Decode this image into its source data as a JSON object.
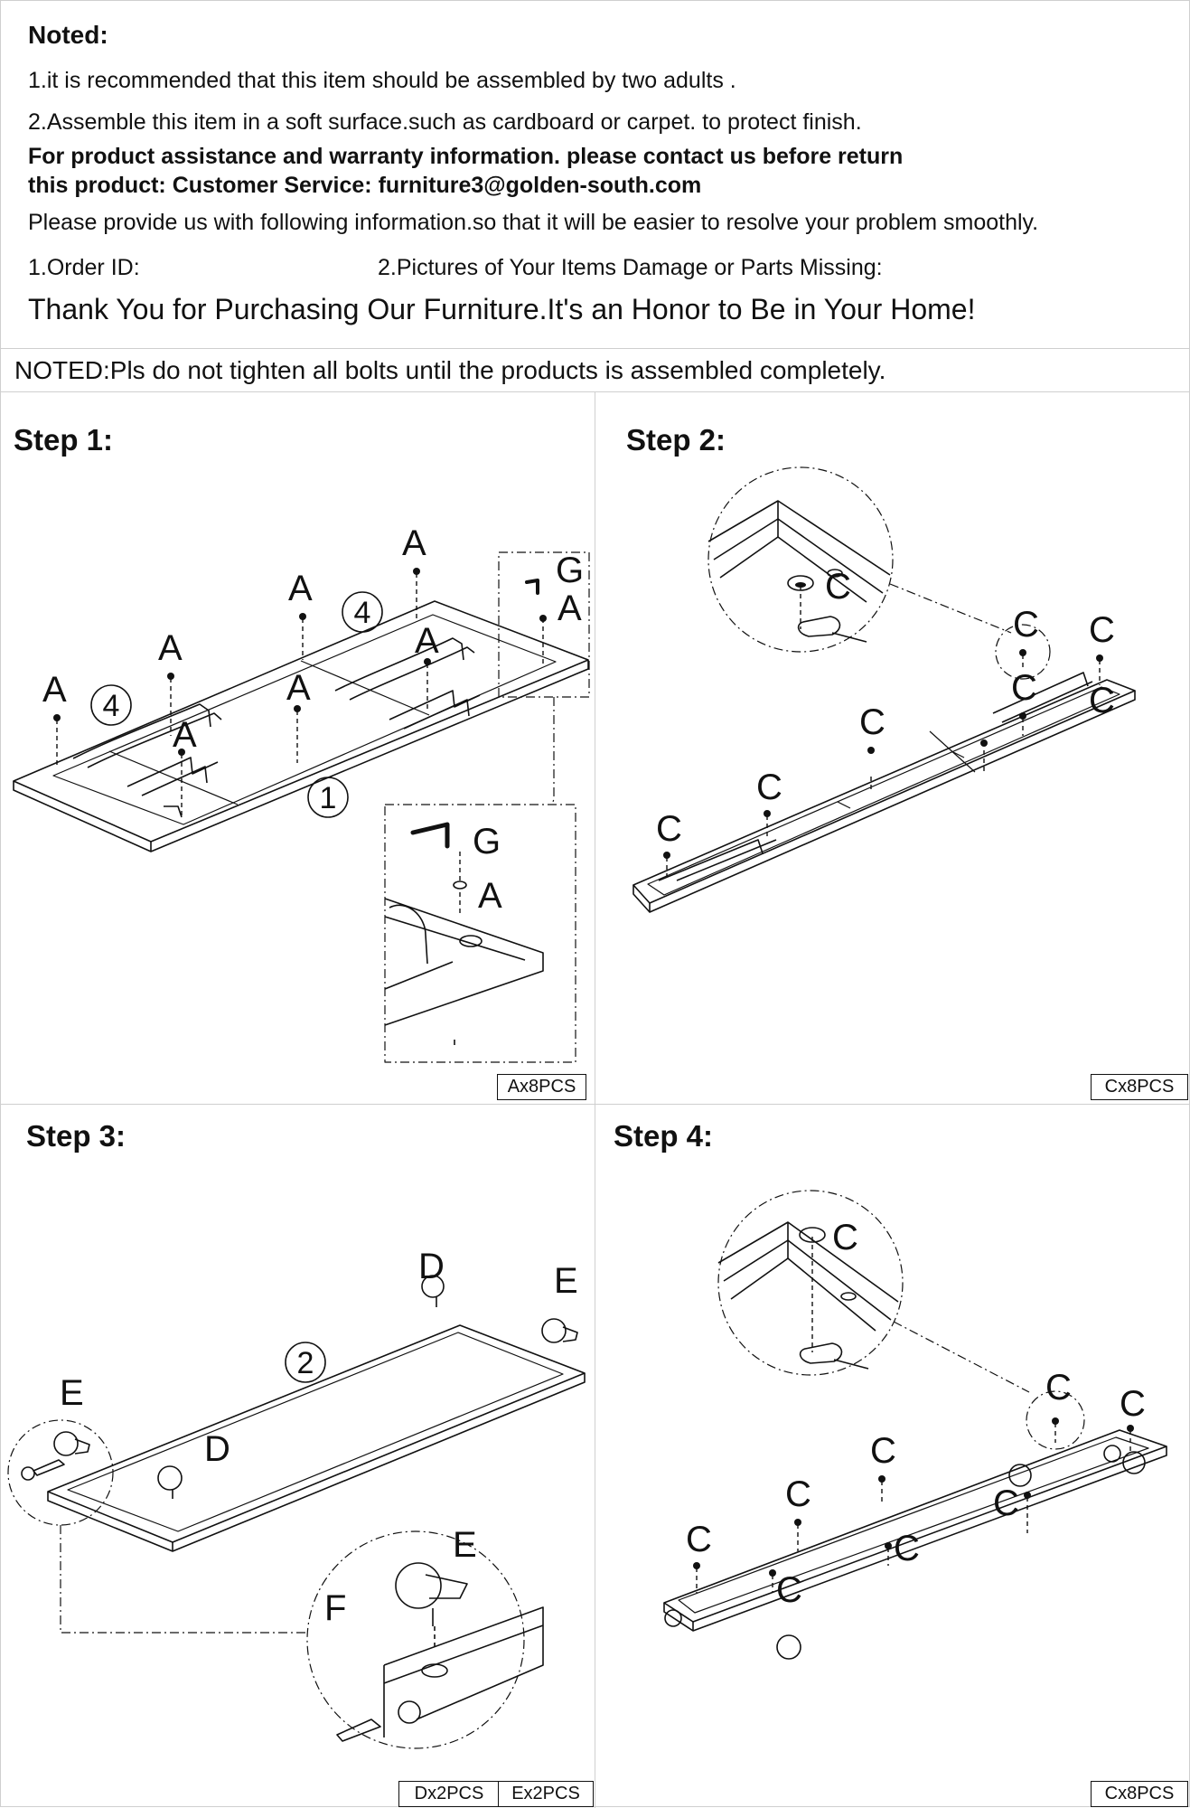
{
  "notes": {
    "title": "Noted:",
    "line1": "1.it is recommended that this item should be assembled by two adults .",
    "line2": "2.Assemble this item in a soft surface.such as cardboard or carpet. to protect finish.",
    "line3": "For product assistance and warranty information. please contact us before return",
    "line4": "this product: Customer Service: furniture3@golden-south.com",
    "line5": "Please provide us with following information.so that it will be easier to resolve your problem smoothly.",
    "order_id": "1.Order ID:",
    "pictures": "2.Pictures of Your Items Damage or Parts Missing:",
    "thanks": "Thank You for Purchasing Our Furniture.It's an Honor to Be in Your Home!"
  },
  "warning": "NOTED:Pls do not tighten all bolts until the products is assembled completely.",
  "steps": [
    {
      "title": "Step 1:",
      "parts": [
        "Ax8PCS"
      ],
      "labels": {
        "a": "A",
        "g": "G",
        "frame": "1",
        "drawer": "4"
      }
    },
    {
      "title": "Step 2:",
      "parts": [
        "Cx8PCS"
      ],
      "labels": {
        "c": "C"
      }
    },
    {
      "title": "Step 3:",
      "parts": [
        "Dx2PCS",
        "Ex2PCS"
      ],
      "labels": {
        "d": "D",
        "e": "E",
        "f": "F",
        "frame": "2"
      }
    },
    {
      "title": "Step 4:",
      "parts": [
        "Cx8PCS"
      ],
      "labels": {
        "c": "C"
      }
    }
  ]
}
